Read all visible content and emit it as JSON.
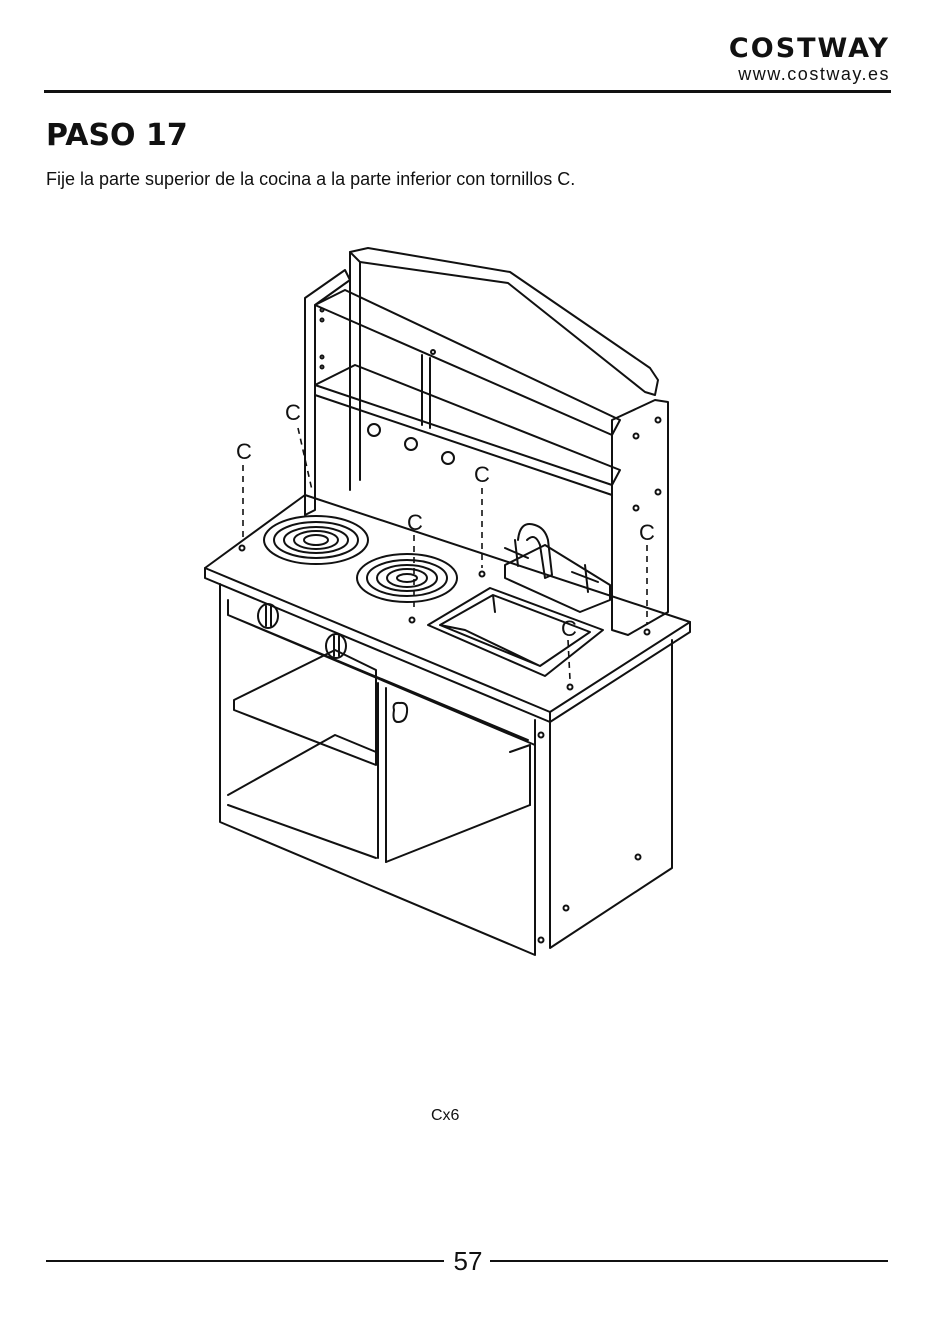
{
  "header": {
    "brand": "COSTWAY",
    "website": "www.costway.es"
  },
  "step": {
    "title": "PASO 17",
    "instruction": "Fije la parte superior de la cocina a la parte inferior con tornillos C."
  },
  "illustration": {
    "screw_label": "C",
    "quantity": "Cx6"
  },
  "footer": {
    "page_number": "57"
  }
}
